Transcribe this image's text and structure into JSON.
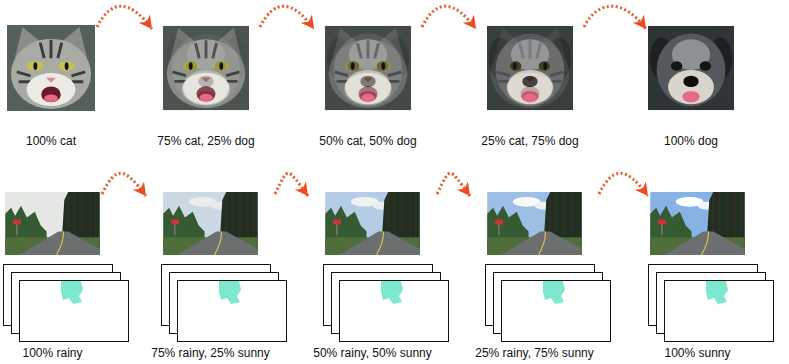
{
  "diagram": {
    "nodes": [
      {
        "text": [
          "100% cat"
        ]
      },
      {
        "text": [
          "75% cat, 25% dog"
        ]
      },
      {
        "text": [
          "50% cat, 50% dog"
        ]
      },
      {
        "text": [
          "25% cat, 75% dog"
        ]
      },
      {
        "text": [
          "100% dog"
        ]
      },
      {
        "text": [
          "100% rainy"
        ]
      },
      {
        "text": [
          "75% rainy, 25% sunny"
        ]
      },
      {
        "text": [
          "50% rainy, 50% sunny"
        ]
      },
      {
        "text": [
          "25% rainy, 75% sunny"
        ]
      },
      {
        "text": [
          "100% sunny"
        ]
      }
    ],
    "edges": [
      {
        "from": 0,
        "to": 1,
        "arrow": "to"
      },
      {
        "from": 1,
        "to": 2,
        "arrow": "to"
      },
      {
        "from": 2,
        "to": 3,
        "arrow": "to"
      },
      {
        "from": 3,
        "to": 4,
        "arrow": "to"
      },
      {
        "from": 5,
        "to": 6,
        "arrow": "to"
      },
      {
        "from": 6,
        "to": 7,
        "arrow": "to"
      },
      {
        "from": 7,
        "to": 8,
        "arrow": "to"
      },
      {
        "from": 8,
        "to": 9,
        "arrow": "to"
      }
    ]
  }
}
